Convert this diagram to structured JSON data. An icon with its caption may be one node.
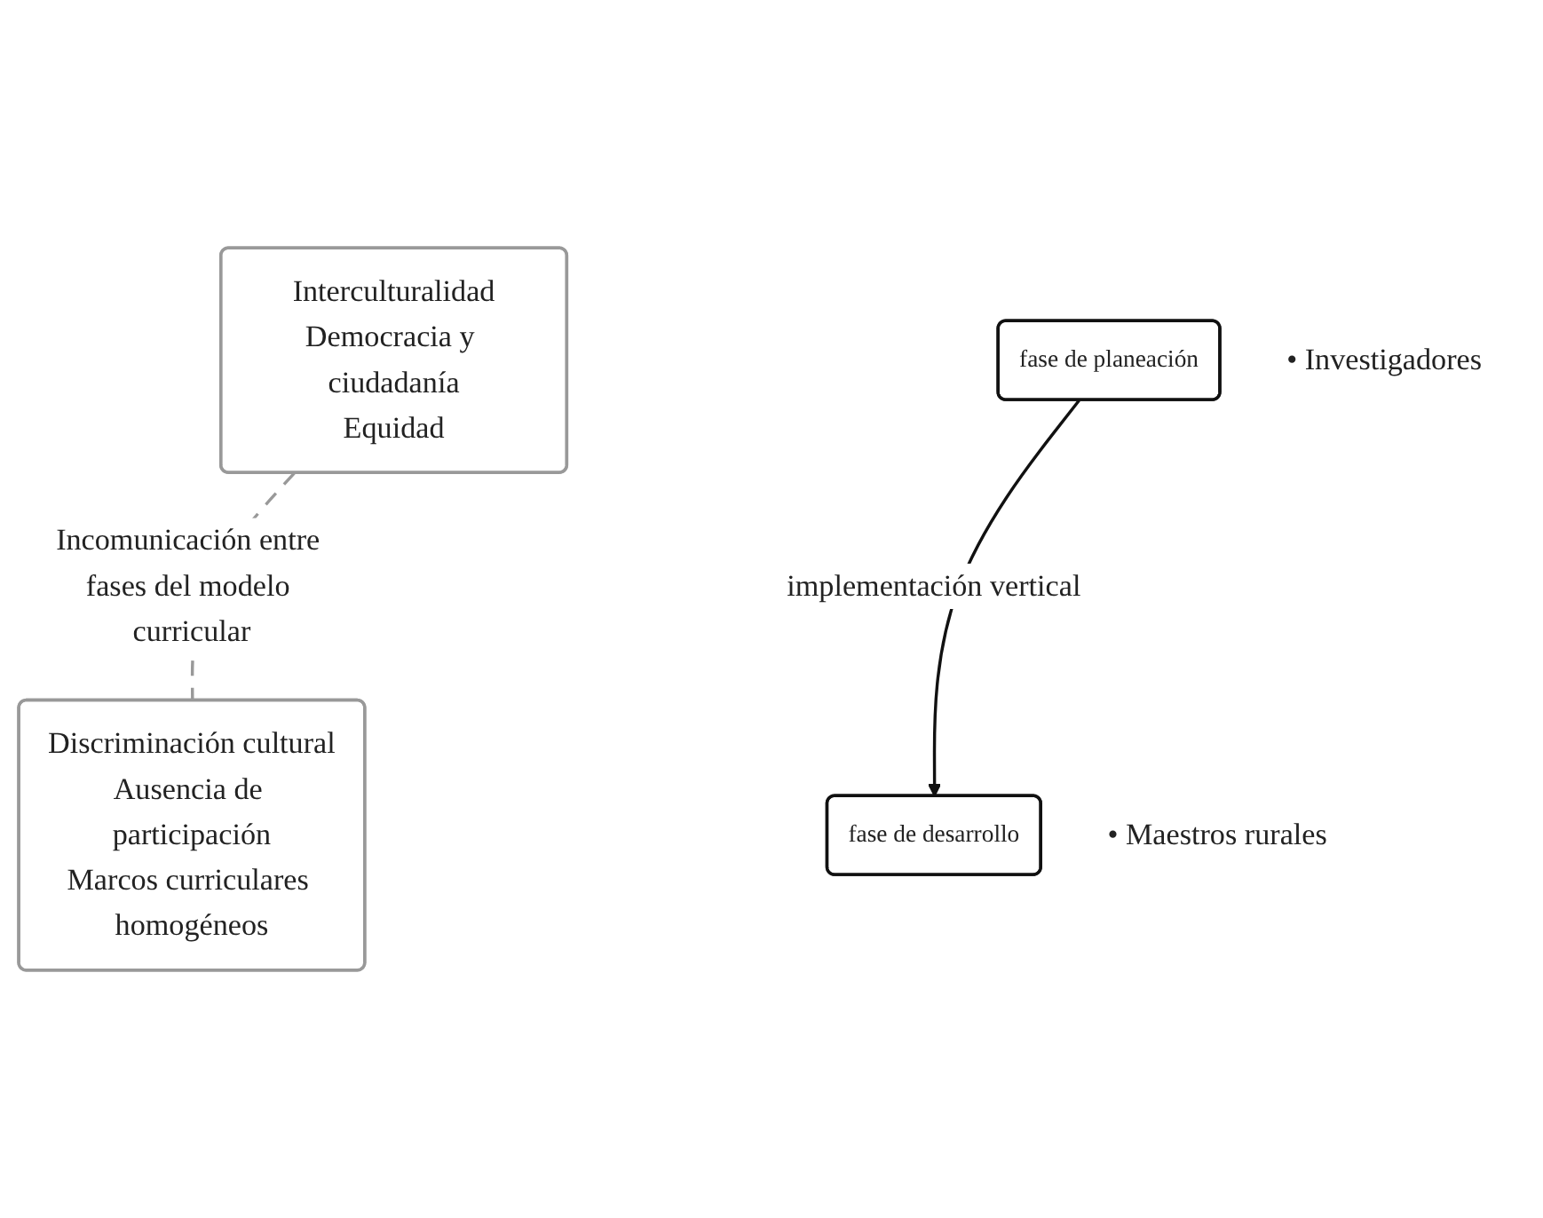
{
  "diagram": {
    "nodes": [
      {
        "text": [
          "Interculturalidad",
          "Democracia y ciudadanía",
          "Equidad"
        ]
      },
      {
        "text": [
          "fase de planeación"
        ],
        "beside": [
          "• Investigadores"
        ]
      },
      {
        "text": [
          "fase de desarrollo"
        ],
        "beside": [
          "• Maestros rurales"
        ]
      },
      {
        "text": [
          "Discriminación cultural",
          "Ausencia de participación",
          "Marcos curriculares homogéneos"
        ]
      }
    ],
    "edges": [
      {
        "from": 1,
        "to": 2,
        "arrow": "to",
        "label": "implementación vertical"
      },
      {
        "from": 0,
        "to": 3,
        "arrow": "none",
        "style": "dashed",
        "color": "#999999",
        "label": "Incomunicación entre fases del modelo curricular"
      }
    ]
  }
}
